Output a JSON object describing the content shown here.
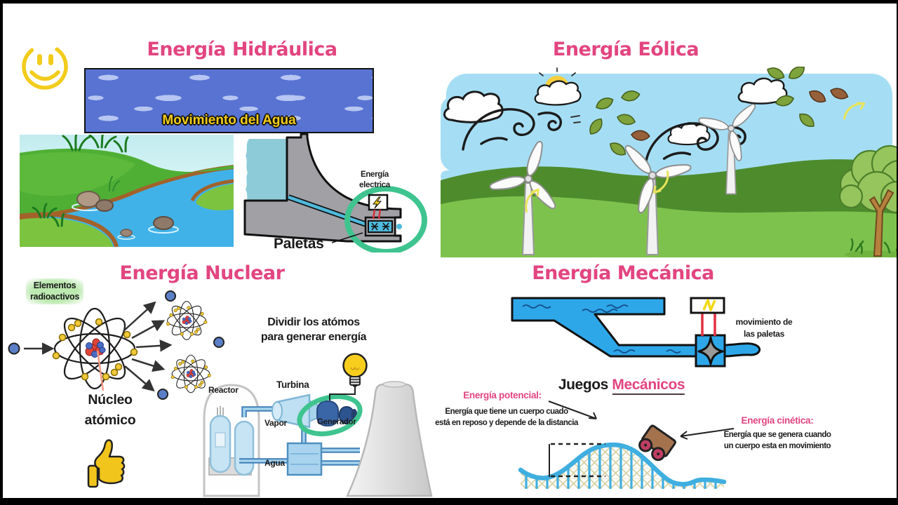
{
  "palette": {
    "pink": "#E2457F",
    "ink": "#1b1b1b",
    "yellow": "#F2CC1B",
    "banner-blue": "#5873D2",
    "banner-light": "#B7C6F2",
    "sky": "#A5DEF4",
    "hill-dark": "#4E8B2D",
    "hill-light": "#7EC24E",
    "water-blue": "#2EA7E9",
    "river-blue": "#41B2E8",
    "teal-ring": "#3FC48F",
    "wire-red": "#D5303E",
    "dam-gray": "#A0A0A5",
    "track-blue": "#3FAEE0",
    "cart-brown": "#A5724E",
    "wheel-pink": "#C13E63"
  },
  "sections": {
    "hidraulica": {
      "title": "Energía Hidráulica",
      "banner_label": "Movimiento del Agua",
      "electric_label_lines": [
        "Energía",
        "electrica"
      ],
      "paletas_label": "Paletas"
    },
    "eolica": {
      "title": "Energía Eólica"
    },
    "nuclear": {
      "title": "Energía Nuclear",
      "elementos_lines": [
        "Elementos",
        "radioactivos"
      ],
      "nucleo_lines": [
        "Núcleo",
        "atómico"
      ],
      "dividir_lines": [
        "Dividir los atómos",
        "para generar energía"
      ],
      "plant": {
        "reactor": "Reactor",
        "turbina": "Turbina",
        "vapor": "Vapor",
        "generador": "Generador",
        "agua": "Agua"
      }
    },
    "mecanica": {
      "title": "Energía Mecánica",
      "movimiento_lines": [
        "movimiento de",
        "las paletas"
      ],
      "juegos_word": "Juegos",
      "mecanicos_word": "Mecánicos",
      "potencial_title": "Energía potencial:",
      "potencial_desc_lines": [
        "Energía que tiene un cuerpo cuado",
        "está en reposo y depende de la distancia"
      ],
      "cinetica_title": "Energía cinética:",
      "cinetica_desc_lines": [
        "Energía que se genera cuando",
        "un cuerpo esta en movimiento"
      ]
    }
  },
  "icons": {
    "smiley": "smiley-face-icon",
    "thumbs_up": "thumbs-up-icon",
    "light_bulb": "light-bulb-icon",
    "lightning_bolt": "lightning-bolt-icon"
  }
}
